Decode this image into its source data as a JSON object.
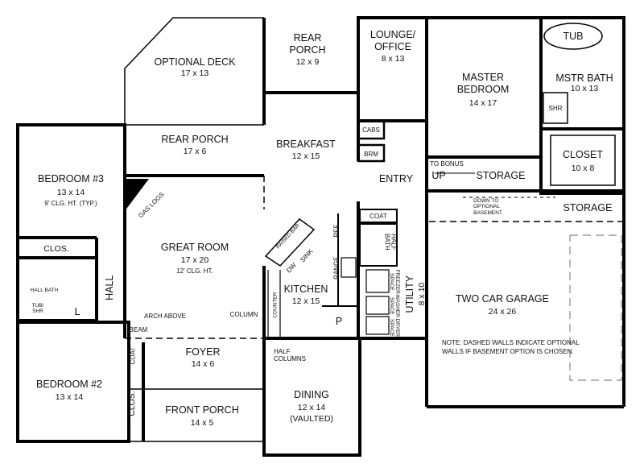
{
  "rooms": {
    "optional_deck": {
      "name": "OPTIONAL DECK",
      "size": "17 x 13"
    },
    "rear_porch_top": {
      "name": "REAR\nPORCH",
      "name1": "REAR",
      "name2": "PORCH",
      "size": "12 x 9"
    },
    "lounge": {
      "name1": "LOUNGE/",
      "name2": "OFFICE",
      "size": "8 x 13"
    },
    "master_bedroom": {
      "name1": "MASTER",
      "name2": "BEDROOM",
      "size": "14 x 17"
    },
    "master_bath": {
      "name": "MSTR BATH",
      "size": "10 x 13",
      "tub": "TUB",
      "shower": "SHR"
    },
    "closet": {
      "name": "CLOSET",
      "size": "10 x 8"
    },
    "bedroom3": {
      "name": "BEDROOM #3",
      "size": "13 x 14",
      "note": "9' CLG. HT. (TYP.)"
    },
    "rear_porch": {
      "name": "REAR PORCH",
      "size": "17 x 6"
    },
    "breakfast": {
      "name": "BREAKFAST",
      "size": "12 x 15"
    },
    "cabs": "CABS",
    "brm": "BRM",
    "entry": "ENTRY",
    "to_bonus": "TO BONUS",
    "up": "UP",
    "storage_top": "STORAGE",
    "storage_bottom": "STORAGE",
    "down_basement": {
      "l1": "DOWN TO",
      "l2": "OPTIONAL",
      "l3": "BASEMENT"
    },
    "gas_logs": "GAS LOGS",
    "clos_bed3": "CLOS.",
    "hall_bath": "HALL BATH",
    "tub_shr": {
      "l1": "TUB/",
      "l2": "SHR"
    },
    "linen": "L",
    "hall": "HALL",
    "great_room": {
      "name": "GREAT ROOM",
      "size": "17 x 20",
      "note": "12' CLG. HT."
    },
    "raised_bar": "RAISED BAR",
    "sink": "SINK",
    "dw": "DW",
    "ref": "REF",
    "range": "RANGE",
    "counter": "COUNTER",
    "coat_entry": "COAT",
    "half_bath": {
      "l1": "HALF",
      "l2": "BATH"
    },
    "freezer": {
      "l1": "FREEZER",
      "l2": "SPACE"
    },
    "washer": {
      "l1": "WASHER",
      "l2": "SPACE"
    },
    "dryer": {
      "l1": "DRYER",
      "l2": "SPACE"
    },
    "kitchen": {
      "name": "KITCHEN",
      "size": "12 x 15"
    },
    "pantry": "P",
    "utility": {
      "name": "UTILITY",
      "size": "8 x 10"
    },
    "garage": {
      "name": "TWO CAR GARAGE",
      "size": "24 x 26"
    },
    "garage_note": {
      "l1": "NOTE: DASHED WALLS INDICATE OPTIONAL",
      "l2": "WALLS IF BASEMENT OPTION IS CHOSEN."
    },
    "arch_above": "ARCH ABOVE",
    "column": "COLUMN",
    "beam": "BEAM",
    "coat_foyer": "COAT",
    "foyer": {
      "name": "FOYER",
      "size": "14 x 6"
    },
    "half_columns": {
      "l1": "HALF",
      "l2": "COLUMNS"
    },
    "bedroom2": {
      "name": "BEDROOM #2",
      "size": "13 x 14"
    },
    "clos_bed2": "CLOS.",
    "front_porch": {
      "name": "FRONT PORCH",
      "size": "14 x 5"
    },
    "dining": {
      "name": "DINING",
      "size": "12 x 14",
      "note": "(VAULTED)"
    }
  }
}
